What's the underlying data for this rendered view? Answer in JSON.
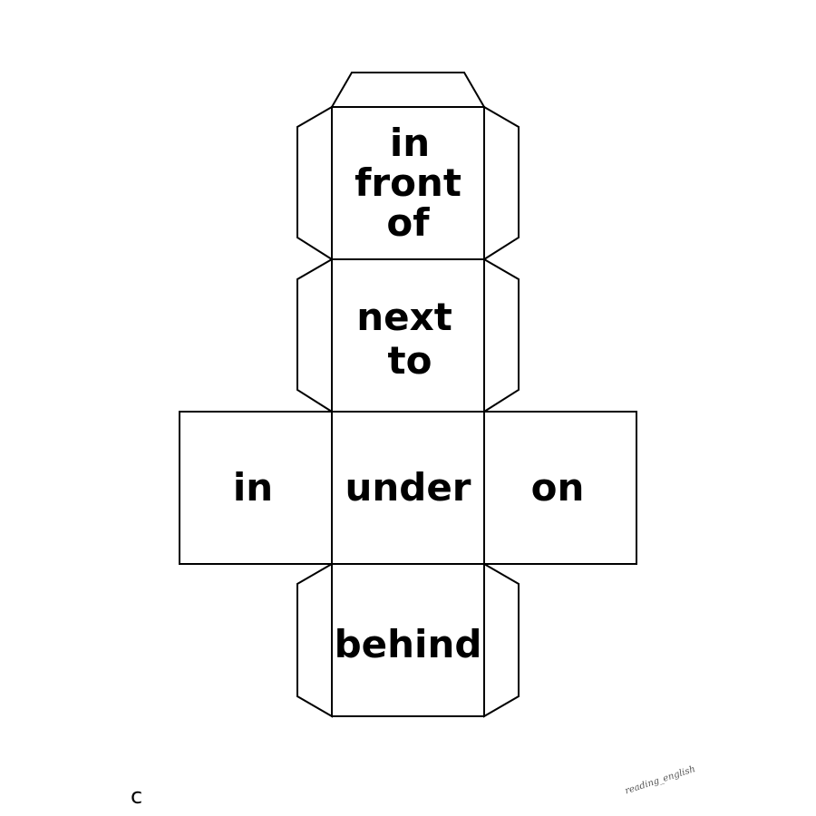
{
  "faces": {
    "top": [
      "in",
      "front",
      "of"
    ],
    "upper": [
      "next",
      "to"
    ],
    "left": [
      "in"
    ],
    "center": [
      "under"
    ],
    "right": [
      "on"
    ],
    "bottom": [
      "behind"
    ]
  },
  "footer": {
    "corner_letter": "c",
    "signature": "reading_english"
  },
  "colors": {
    "line": "#000000",
    "background": "#ffffff"
  }
}
